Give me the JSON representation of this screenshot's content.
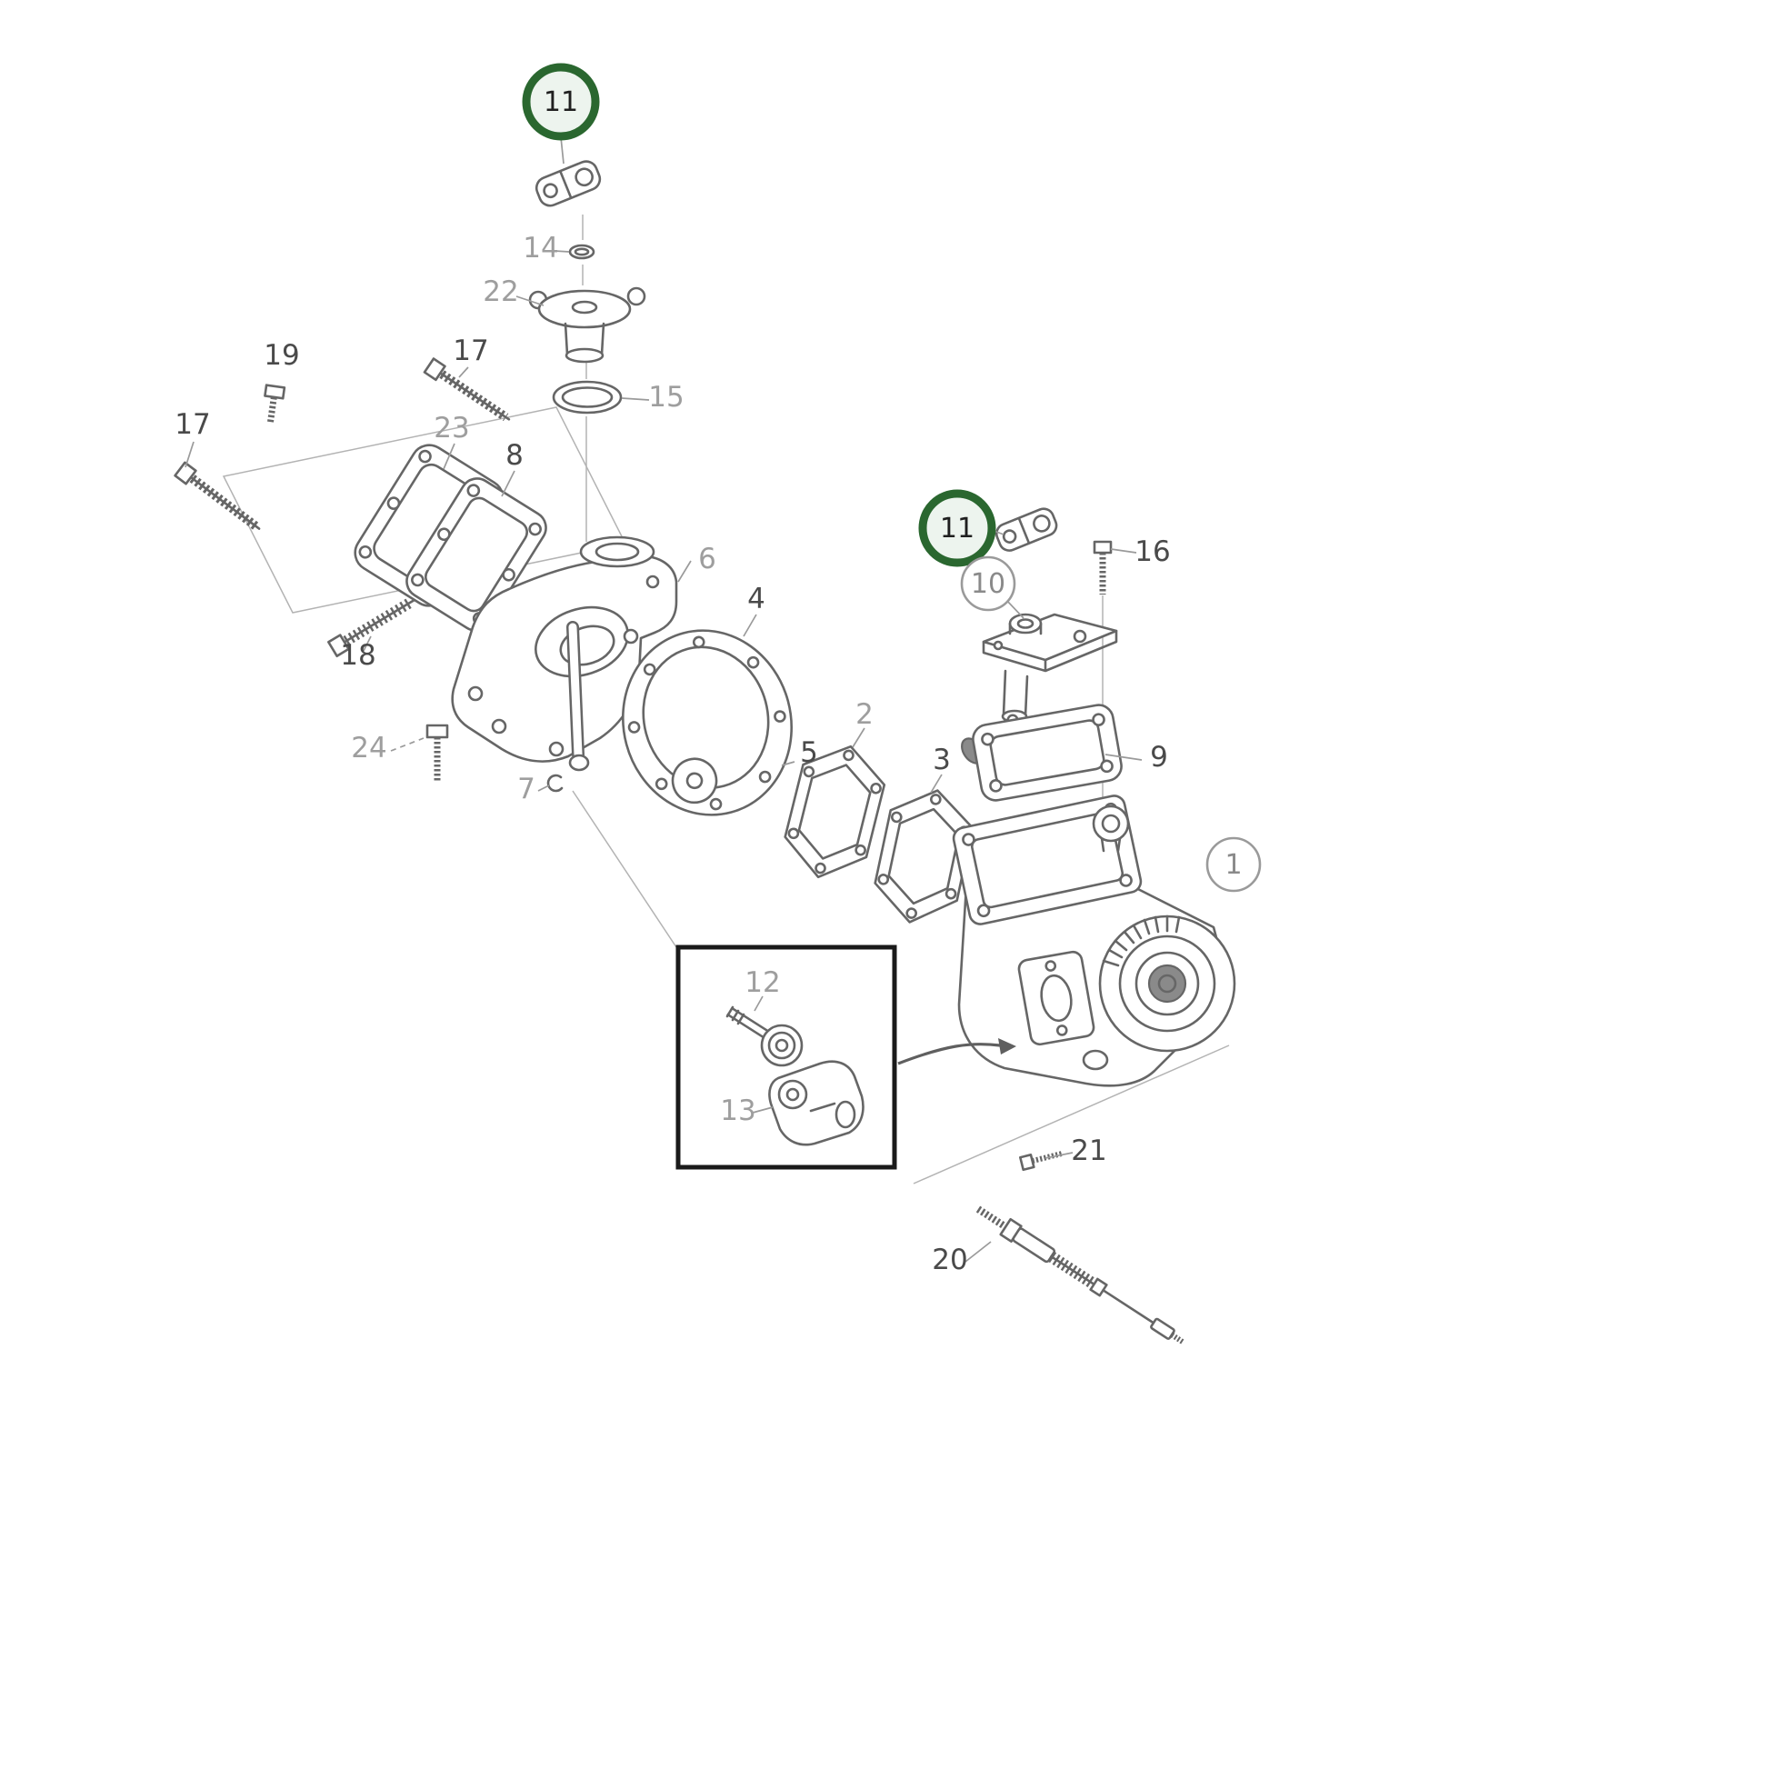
{
  "diagram": {
    "type": "exploded-parts-diagram",
    "colors": {
      "background": "#ffffff",
      "line": "#666666",
      "thin_line": "#b3b3b3",
      "label_dark": "#4a4a4a",
      "label_muted": "#9e9e9e",
      "highlight_ring": "#2a672f",
      "highlight_fill": "#edf4ee",
      "reference_ring": "#9a9a9a",
      "inset_border": "#1a1a1a"
    },
    "highlighted_callouts": [
      {
        "id": "callout-11-top",
        "label": "11"
      },
      {
        "id": "callout-11-right",
        "label": "11"
      }
    ],
    "reference_callouts": [
      {
        "id": "callout-10",
        "label": "10"
      },
      {
        "id": "callout-1",
        "label": "1"
      }
    ],
    "labels": {
      "p1": "1",
      "p2": "2",
      "p3": "3",
      "p4": "4",
      "p5": "5",
      "p6": "6",
      "p7": "7",
      "p8": "8",
      "p9": "9",
      "p10": "10",
      "p11a": "11",
      "p11b": "11",
      "p12": "12",
      "p13": "13",
      "p14": "14",
      "p15": "15",
      "p16": "16",
      "p17a": "17",
      "p17b": "17",
      "p18": "18",
      "p19": "19",
      "p20": "20",
      "p21": "21",
      "p22": "22",
      "p23": "23",
      "p24": "24"
    }
  }
}
